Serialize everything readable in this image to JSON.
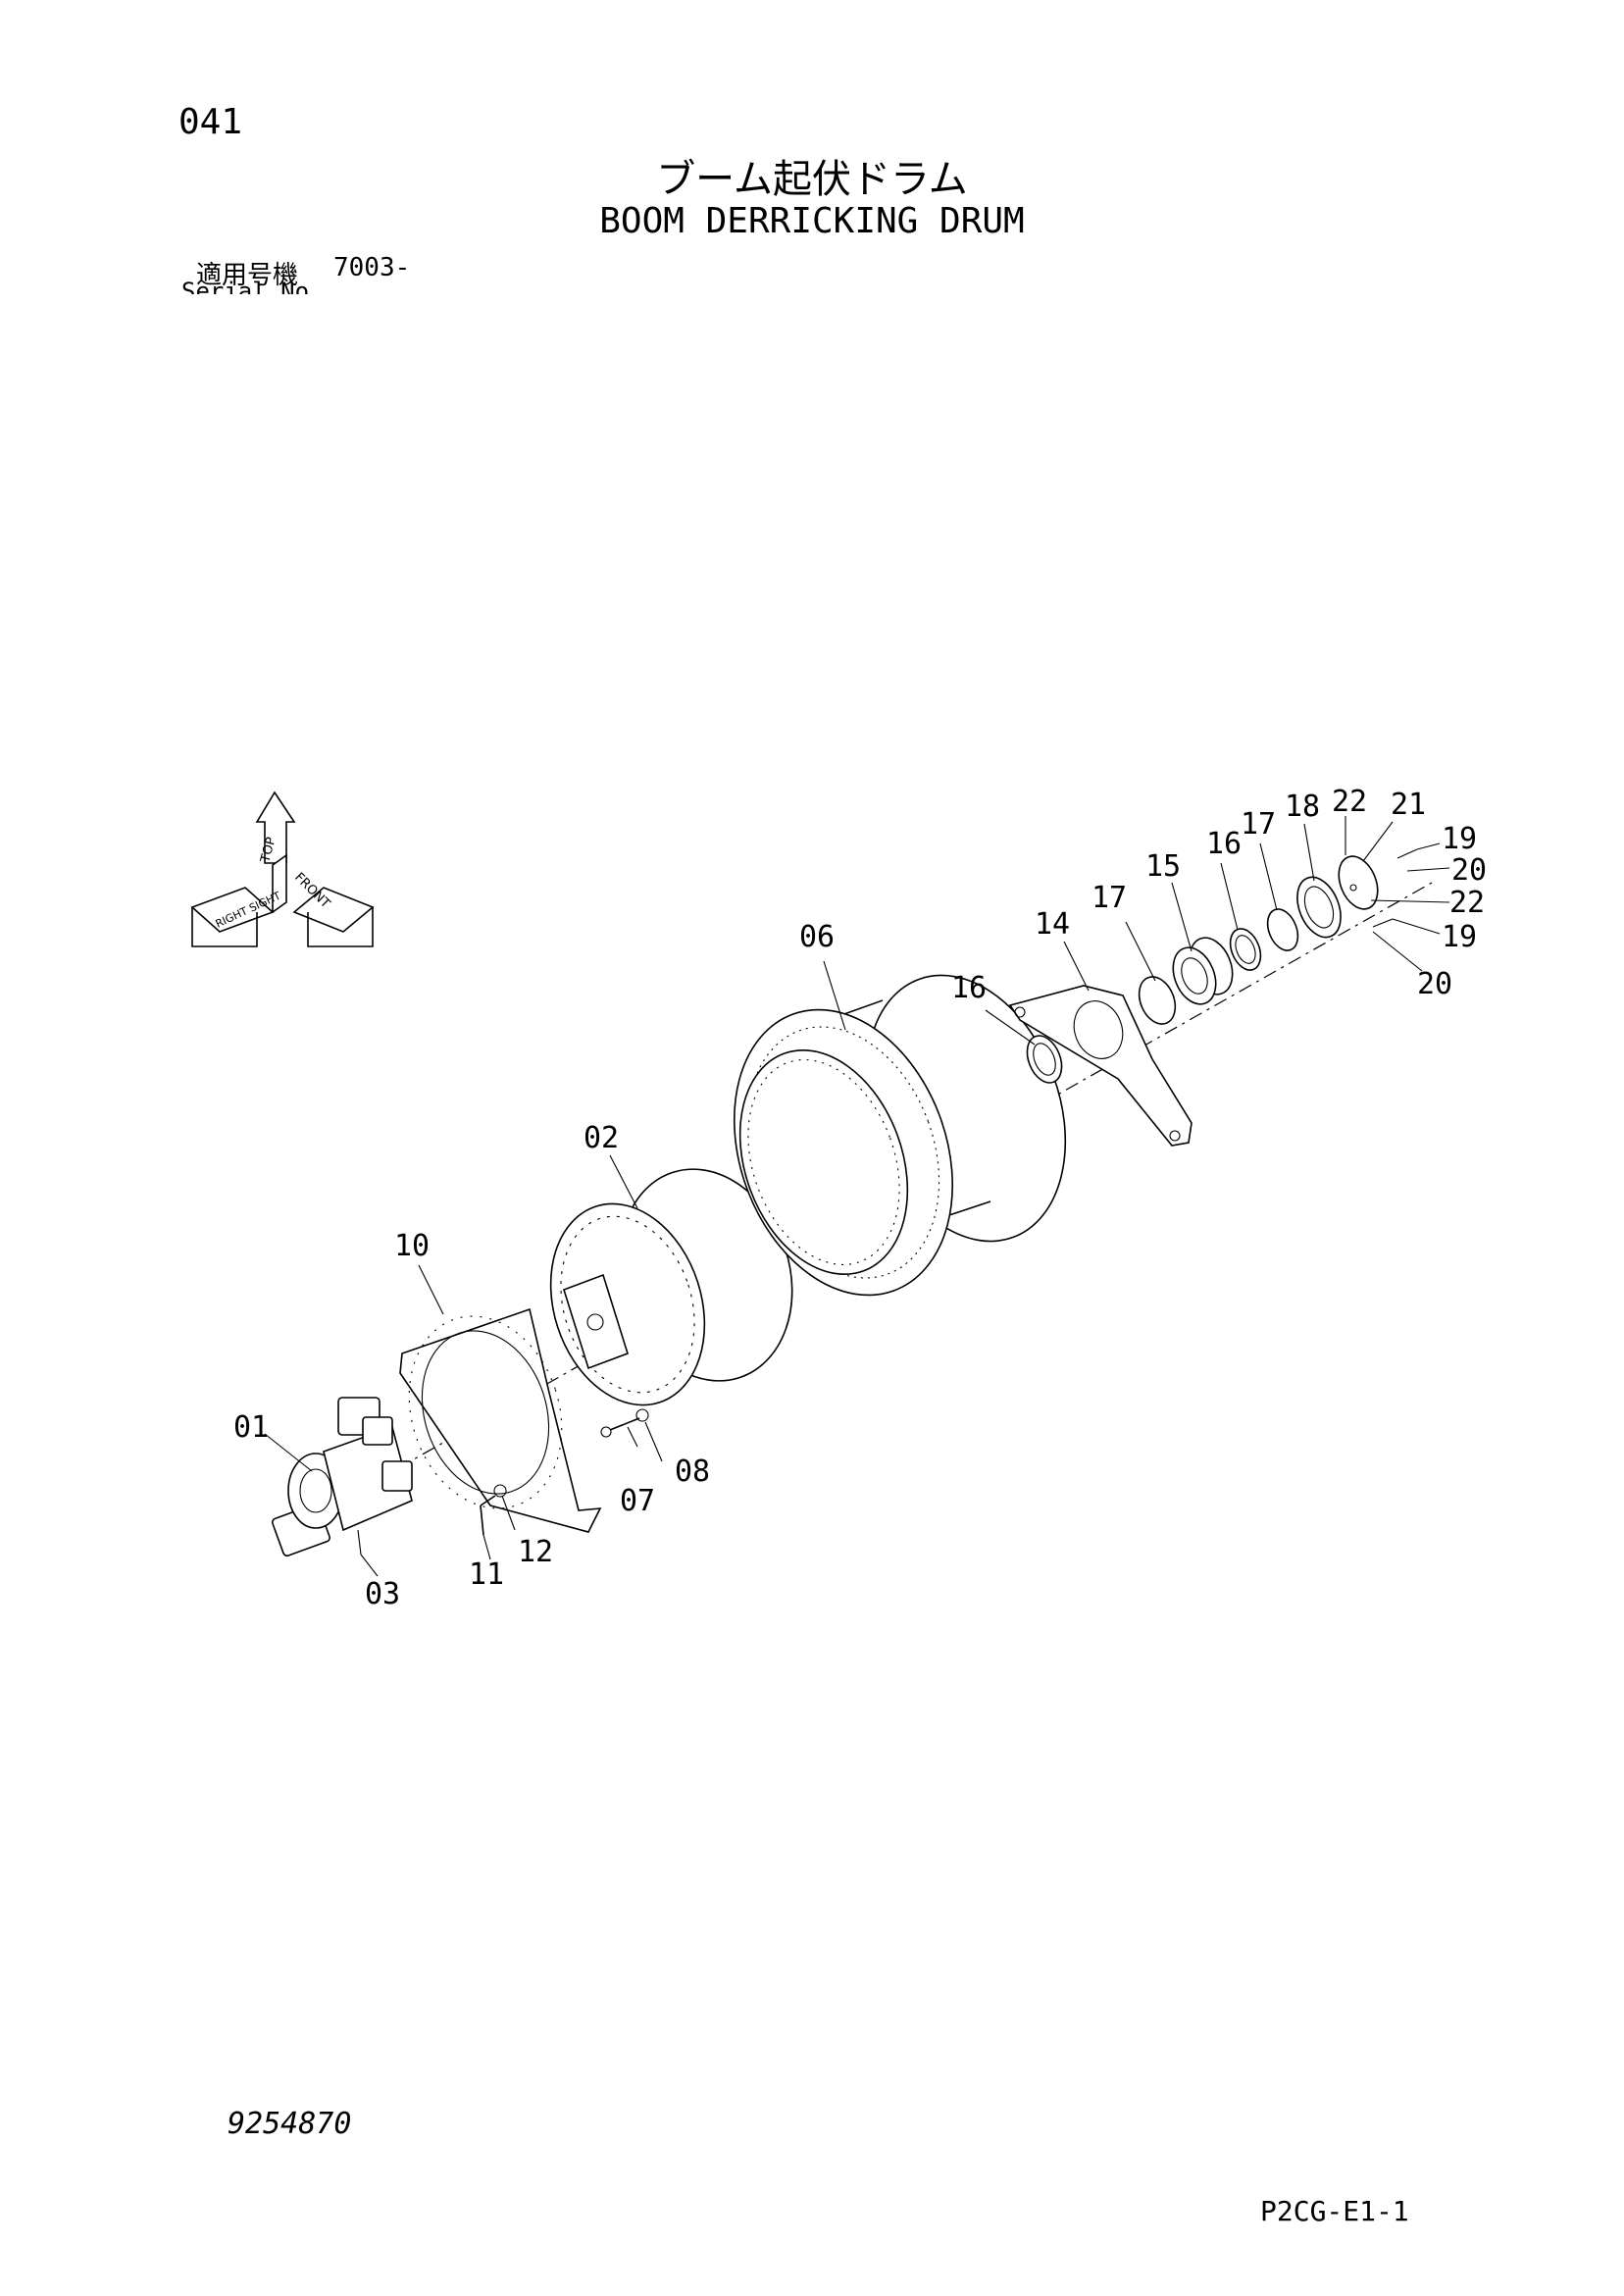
{
  "header": {
    "page_number": "041",
    "title_jp": "ブーム起伏ドラム",
    "title_en": "BOOM DERRICKING DRUM",
    "serial_label_jp": "適用号機",
    "serial_value": "7003-",
    "serial_label_en": "Serial No."
  },
  "orientation": {
    "top": "TOP",
    "front": "FRONT",
    "right_sight": "RIGHT SIGHT"
  },
  "parts": [
    {
      "no": "01"
    },
    {
      "no": "02"
    },
    {
      "no": "03"
    },
    {
      "no": "06"
    },
    {
      "no": "07"
    },
    {
      "no": "08"
    },
    {
      "no": "10"
    },
    {
      "no": "11"
    },
    {
      "no": "12"
    },
    {
      "no": "14"
    },
    {
      "no": "15"
    },
    {
      "no": "16"
    },
    {
      "no": "16"
    },
    {
      "no": "17"
    },
    {
      "no": "17"
    },
    {
      "no": "18"
    },
    {
      "no": "19"
    },
    {
      "no": "19"
    },
    {
      "no": "20"
    },
    {
      "no": "20"
    },
    {
      "no": "21"
    },
    {
      "no": "22"
    },
    {
      "no": "22"
    }
  ],
  "footer": {
    "drawing_number": "9254870",
    "page_code": "P2CG-E1-1"
  }
}
